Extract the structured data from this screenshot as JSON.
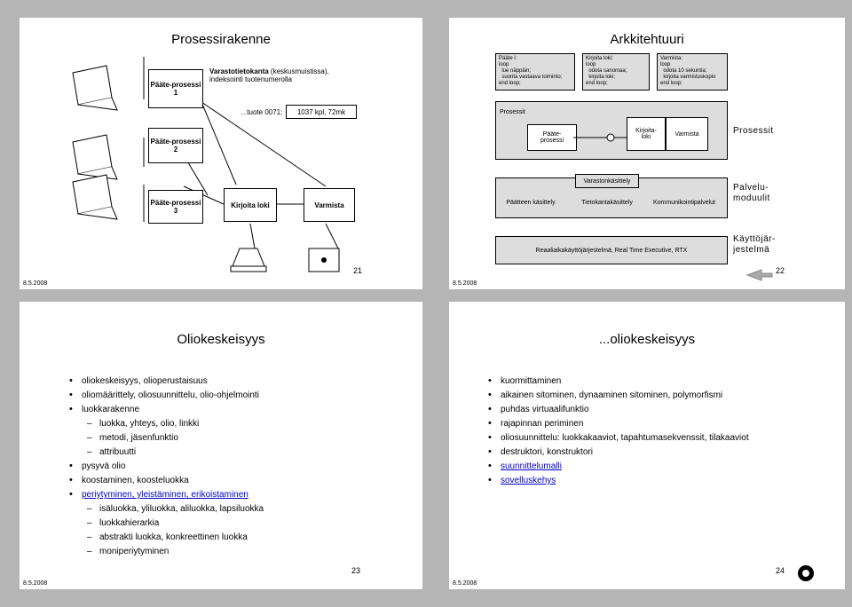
{
  "slide21": {
    "title": "Prosessirakenne",
    "date": "8.5.2008",
    "page": "21",
    "pt1": "Pääte-prosessi 1",
    "varasto_bold": "Varastotietokanta",
    "varasto_rest": " (keskusmuistissa), indeksointi tuotenumerolla",
    "tuote_label": "...tuote 0071:",
    "tuote_value": "1037 kpl, 72mk",
    "pt2": "Pääte-prosessi 2",
    "pt3": "Pääte-prosessi 3",
    "kirjoita": "Kirjoita loki",
    "varmista": "Varmista"
  },
  "slide22": {
    "title": "Arkkitehtuuri",
    "date": "8.5.2008",
    "page": "22",
    "code1": "Pääte i:\nloop\n  lue näppäin;\n  suorita vastaava toiminto;\nend loop;",
    "code2": "Kirjoita loki:\nloop\n  odota sanomaa;\n  kirjoita loki;\nend loop;",
    "code3": "Varmista:\nloop\n  odota 10 sekuntia;\n  kirjoita varmistuskopio\nend loop;",
    "prosessit_small": "Prosessit",
    "paate": "Pääte-\nprosessi",
    "kirjoita": "Kirjoita-\nloki",
    "varmista": "Varmista",
    "prosessit_label": "Prosessit",
    "varasto": "Varastonkäsittely",
    "paatteen": "Päätteen käsittely",
    "tieto": "Tietokantakäsittely",
    "kommunikointi": "Kommunikointipalvelut",
    "palvelu_label": "Palvelu-\nmoduulit",
    "rt": "Reaaliaikakäyttöjärjestelmä, Real Time Executive, RTX",
    "kj_label": "Käyttöjär-\njestelmä"
  },
  "slide23": {
    "title": "Oliokeskeisyys",
    "date": "8.5.2008",
    "page": "23",
    "items": [
      {
        "text": "oliokeskeisyys, olioperustaisuus",
        "level": 1
      },
      {
        "text": "oliomäärittely, oliosuunnittelu, olio-ohjelmointi",
        "level": 1
      },
      {
        "text": "luokkarakenne",
        "level": 1
      },
      {
        "text": "luokka, yhteys, olio, linkki",
        "level": 2
      },
      {
        "text": "metodi, jäsenfunktio",
        "level": 2
      },
      {
        "text": "attribuutti",
        "level": 2
      },
      {
        "text": "pysyvä olio",
        "level": 1
      },
      {
        "text": "koostaminen, koosteluokka",
        "level": 1
      },
      {
        "text": "periytyminen, yleistäminen, erikoistaminen",
        "level": 1,
        "link": true
      },
      {
        "text": "isäluokka, yliluokka, aliluokka, lapsiluokka",
        "level": 2
      },
      {
        "text": "luokkahierarkia",
        "level": 2
      },
      {
        "text": "abstrakti luokka, konkreettinen luokka",
        "level": 2
      },
      {
        "text": "moniperiytyminen",
        "level": 2
      }
    ]
  },
  "slide24": {
    "title": "...oliokeskeisyys",
    "date": "8.5.2008",
    "page": "24",
    "items": [
      {
        "text": "kuormittaminen",
        "level": 1
      },
      {
        "text": "aikainen sitominen, dynaaminen sitominen, polymorfismi",
        "level": 1
      },
      {
        "text": "puhdas virtuaalifunktio",
        "level": 1
      },
      {
        "text": "rajapinnan periminen",
        "level": 1
      },
      {
        "text": "oliosuunnittelu: luokkakaaviot, tapahtumasekvenssit, tilakaaviot",
        "level": 1
      },
      {
        "text": "destruktori, konstruktori",
        "level": 1
      },
      {
        "text": "suunnittelumalli",
        "level": 1,
        "link": true
      },
      {
        "text": "sovelluskehys",
        "level": 1,
        "link": true
      }
    ]
  },
  "colors": {
    "background": "#b5b5b5",
    "link": "#0000cc",
    "box_gray": "#dddddd"
  }
}
